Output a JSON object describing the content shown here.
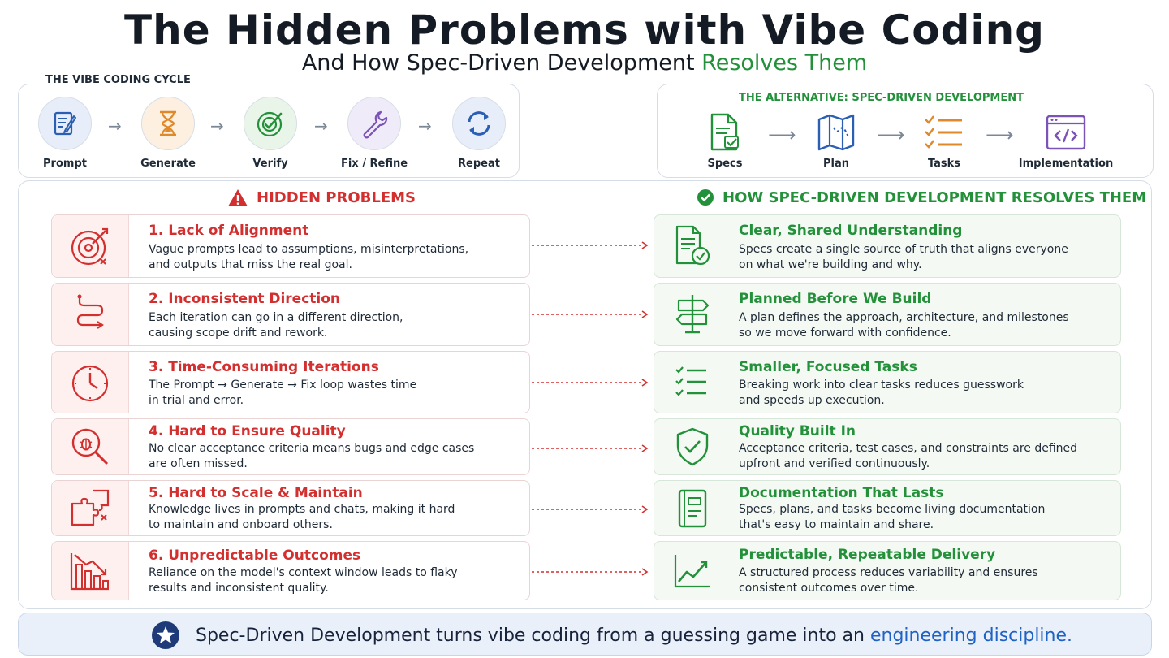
{
  "title": "The Hidden Problems with Vibe Coding",
  "subtitle": {
    "part1": "And How",
    "part2": "Spec-Driven Development",
    "part3": "Resolves Them"
  },
  "vibe_cycle": {
    "label": "THE VIBE CODING CYCLE",
    "steps": [
      {
        "label": "Prompt",
        "icon": "notepad-pen-icon",
        "color": "#e7eef9"
      },
      {
        "label": "Generate",
        "icon": "hourglass-icon",
        "color": "#fdf0e1"
      },
      {
        "label": "Verify",
        "icon": "target-check-icon",
        "color": "#eaf5ea"
      },
      {
        "label": "Fix / Refine",
        "icon": "wrench-icon",
        "color": "#f0ebf8"
      },
      {
        "label": "Repeat",
        "icon": "repeat-arrows-icon",
        "color": "#e7eef9"
      }
    ]
  },
  "alternative": {
    "label": "THE ALTERNATIVE: SPEC-DRIVEN DEVELOPMENT",
    "steps": [
      {
        "label": "Specs",
        "icon": "spec-document-icon"
      },
      {
        "label": "Plan",
        "icon": "map-icon"
      },
      {
        "label": "Tasks",
        "icon": "task-list-icon"
      },
      {
        "label": "Implementation",
        "icon": "code-window-icon"
      }
    ]
  },
  "problems_heading": "HIDDEN PROBLEMS",
  "solutions_heading": "HOW SPEC-DRIVEN DEVELOPMENT RESOLVES THEM",
  "problems": [
    {
      "title": "1. Lack of Alignment",
      "line1": "Vague prompts lead to assumptions, misinterpretations,",
      "line2": "and outputs that miss the real goal.",
      "icon": "missed-target-icon"
    },
    {
      "title": "2. Inconsistent Direction",
      "line1": "Each iteration can go in a different direction,",
      "line2": "causing scope drift and rework.",
      "icon": "winding-path-icon"
    },
    {
      "title": "3. Time-Consuming Iterations",
      "line1": "The Prompt → Generate → Fix loop wastes time",
      "line2": "in trial and error.",
      "icon": "clock-icon"
    },
    {
      "title": "4. Hard to Ensure Quality",
      "line1": "No clear acceptance criteria means bugs and edge cases",
      "line2": "are often missed.",
      "icon": "bug-magnifier-icon"
    },
    {
      "title": "5. Hard to Scale & Maintain",
      "line1": "Knowledge lives in prompts and chats, making it hard",
      "line2": "to maintain and onboard others.",
      "icon": "puzzle-icon"
    },
    {
      "title": "6. Unpredictable Outcomes",
      "line1": "Reliance on the model's context window leads to flaky",
      "line2": "results and inconsistent quality.",
      "icon": "declining-chart-icon"
    }
  ],
  "solutions": [
    {
      "title": "Clear, Shared Understanding",
      "line1": "Specs create a single source of truth that aligns everyone",
      "line2": "on what we're building and why.",
      "icon": "approved-document-icon"
    },
    {
      "title": "Planned Before We Build",
      "line1": "A plan defines the approach, architecture, and milestones",
      "line2": "so we move forward with confidence.",
      "icon": "signpost-icon"
    },
    {
      "title": "Smaller, Focused Tasks",
      "line1": "Breaking work into clear tasks reduces guesswork",
      "line2": "and speeds up execution.",
      "icon": "checklist-icon"
    },
    {
      "title": "Quality Built In",
      "line1": "Acceptance criteria, test cases, and constraints are defined",
      "line2": "upfront and verified continuously.",
      "icon": "shield-check-icon"
    },
    {
      "title": "Documentation That Lasts",
      "line1": "Specs, plans, and tasks become living documentation",
      "line2": "that's easy to maintain and share.",
      "icon": "book-icon"
    },
    {
      "title": "Predictable, Repeatable Delivery",
      "line1": "A structured process reduces variability and ensures",
      "line2": "consistent outcomes over time.",
      "icon": "rising-chart-icon"
    }
  ],
  "footer": {
    "text_before": "Spec-Driven Development turns vibe coding from a guessing game into an",
    "highlight": "engineering discipline.",
    "icon": "star-badge-icon"
  },
  "colors": {
    "problem_red": "#d32f2f",
    "solution_green": "#23913a",
    "highlight_blue": "#1d62c4"
  }
}
